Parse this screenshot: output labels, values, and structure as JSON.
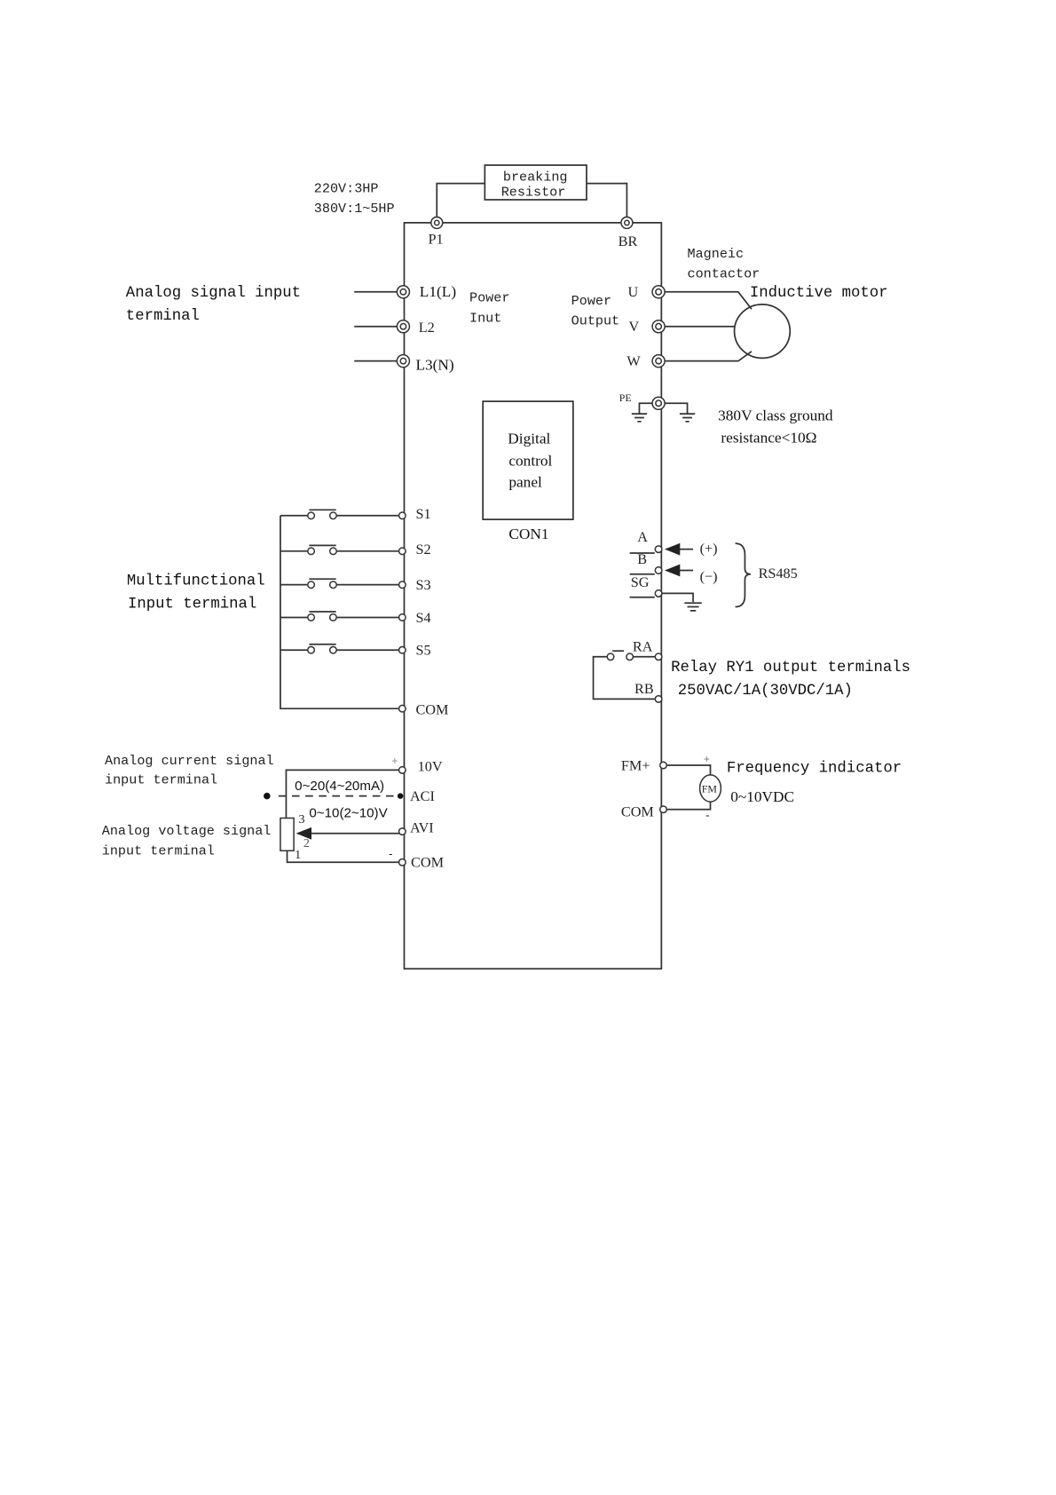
{
  "resistor": {
    "line1": "breaking",
    "line2": "Resistor"
  },
  "rating": {
    "line1": "220V:3HP",
    "line2": "380V:1~5HP"
  },
  "terminals": {
    "p1": "P1",
    "br": "BR",
    "l1": "L1(L)",
    "l2": "L2",
    "l3": "L3(N)",
    "u": "U",
    "v": "V",
    "w": "W",
    "pe": "PE",
    "s": [
      "S1",
      "S2",
      "S3",
      "S4",
      "S5"
    ],
    "com_inputs": "COM",
    "v10": "10V",
    "aci": "ACI",
    "avi": "AVI",
    "com_analog": "COM",
    "a": "A",
    "b": "B",
    "sg": "SG",
    "ra": "RA",
    "rb": "RB",
    "fm_plus": "FM+",
    "com_fm": "COM"
  },
  "labels": {
    "analog_signal_input": {
      "line1": "Analog signal input",
      "line2": "terminal"
    },
    "power_input": {
      "line1": "Power",
      "line2": "Inut"
    },
    "power_output": {
      "line1": "Power",
      "line2": "Output"
    },
    "contactor": {
      "line1": "Magneic",
      "line2": "contactor"
    },
    "motor": "Inductive motor",
    "ground": {
      "line1": "380V class ground",
      "line2": "resistance<10Ω"
    },
    "panel": {
      "line1": "Digital",
      "line2": "control",
      "line3": "panel",
      "connector": "CON1"
    },
    "multifunctional": {
      "line1": "Multifunctional",
      "line2": "Input terminal"
    },
    "rs485": {
      "name": "RS485",
      "plus": "(+)",
      "minus": "(−)"
    },
    "relay": {
      "line1": "Relay RY1 output terminals",
      "line2": "250VAC/1A(30VDC/1A)"
    },
    "frequency": {
      "line1": "Frequency indicator",
      "line2": "0~10VDC",
      "meter": "FM",
      "plus": "+",
      "minus": "-"
    },
    "analog_current": {
      "line1": "Analog current signal",
      "line2": "input terminal",
      "range": "0~20(4~20mA)"
    },
    "analog_voltage": {
      "line1": "Analog voltage signal",
      "line2": "input terminal",
      "range": "0~10(2~10)V"
    },
    "pot_pins": [
      "1",
      "2",
      "3"
    ],
    "plus": "+",
    "minus": "-"
  }
}
